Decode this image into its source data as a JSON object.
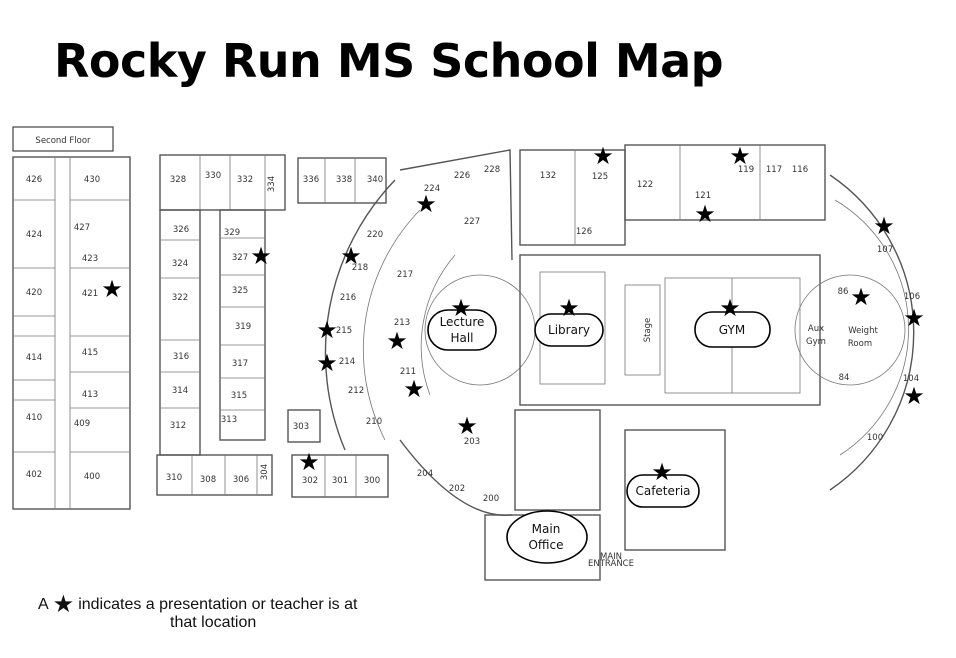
{
  "title": "Rocky Run MS School Map",
  "second_floor_label": "Second Floor",
  "legend": {
    "prefix": "A",
    "symbol": "★",
    "text_line1": "indicates a presentation or teacher is at",
    "text_line2": "that location"
  },
  "landmarks": {
    "lecture_hall_line1": "Lecture",
    "lecture_hall_line2": "Hall",
    "library": "Library",
    "gym": "GYM",
    "cafeteria": "Cafeteria",
    "main_office_line1": "Main",
    "main_office_line2": "Office",
    "aux_gym_line1": "Aux",
    "aux_gym_line2": "Gym",
    "weight_room_line1": "Weight",
    "weight_room_line2": "Room",
    "stage": "Stage",
    "main_entrance_line1": "MAIN",
    "main_entrance_line2": "ENTRANCE"
  },
  "rooms": {
    "r426": "426",
    "r430": "430",
    "r424": "424",
    "r427": "427",
    "r423": "423",
    "r420": "420",
    "r421": "421",
    "r414": "414",
    "r415": "415",
    "r413": "413",
    "r410": "410",
    "r409": "409",
    "r402": "402",
    "r400": "400",
    "r328": "328",
    "r330": "330",
    "r332": "332",
    "r334": "334",
    "r326": "326",
    "r329": "329",
    "r327": "327",
    "r324": "324",
    "r325": "325",
    "r322": "322",
    "r319": "319",
    "r316": "316",
    "r317": "317",
    "r314": "314",
    "r315": "315",
    "r312": "312",
    "r313": "313",
    "r310": "310",
    "r308": "308",
    "r306": "306",
    "r304": "304",
    "r336": "336",
    "r338": "338",
    "r340": "340",
    "r303": "303",
    "r302": "302",
    "r301": "301",
    "r300": "300",
    "r224": "224",
    "r226": "226",
    "r228": "228",
    "r227": "227",
    "r220": "220",
    "r218": "218",
    "r217": "217",
    "r216": "216",
    "r215": "215",
    "r213": "213",
    "r214": "214",
    "r212": "212",
    "r211": "211",
    "r210": "210",
    "r203": "203",
    "r204": "204",
    "r202": "202",
    "r200": "200",
    "r132": "132",
    "r125": "125",
    "r122": "122",
    "r121": "121",
    "r119": "119",
    "r117": "117",
    "r116": "116",
    "r126": "126",
    "r107": "107",
    "r86": "86",
    "r106": "106",
    "r84": "84",
    "r104": "104",
    "r100": "100"
  },
  "star_locations": [
    "421",
    "327",
    "218",
    "215",
    "214",
    "224",
    "Lecture Hall",
    "213",
    "211",
    "203",
    "302",
    "125",
    "119",
    "121",
    "Library",
    "GYM",
    "86",
    "107",
    "106",
    "104",
    "Cafeteria"
  ]
}
